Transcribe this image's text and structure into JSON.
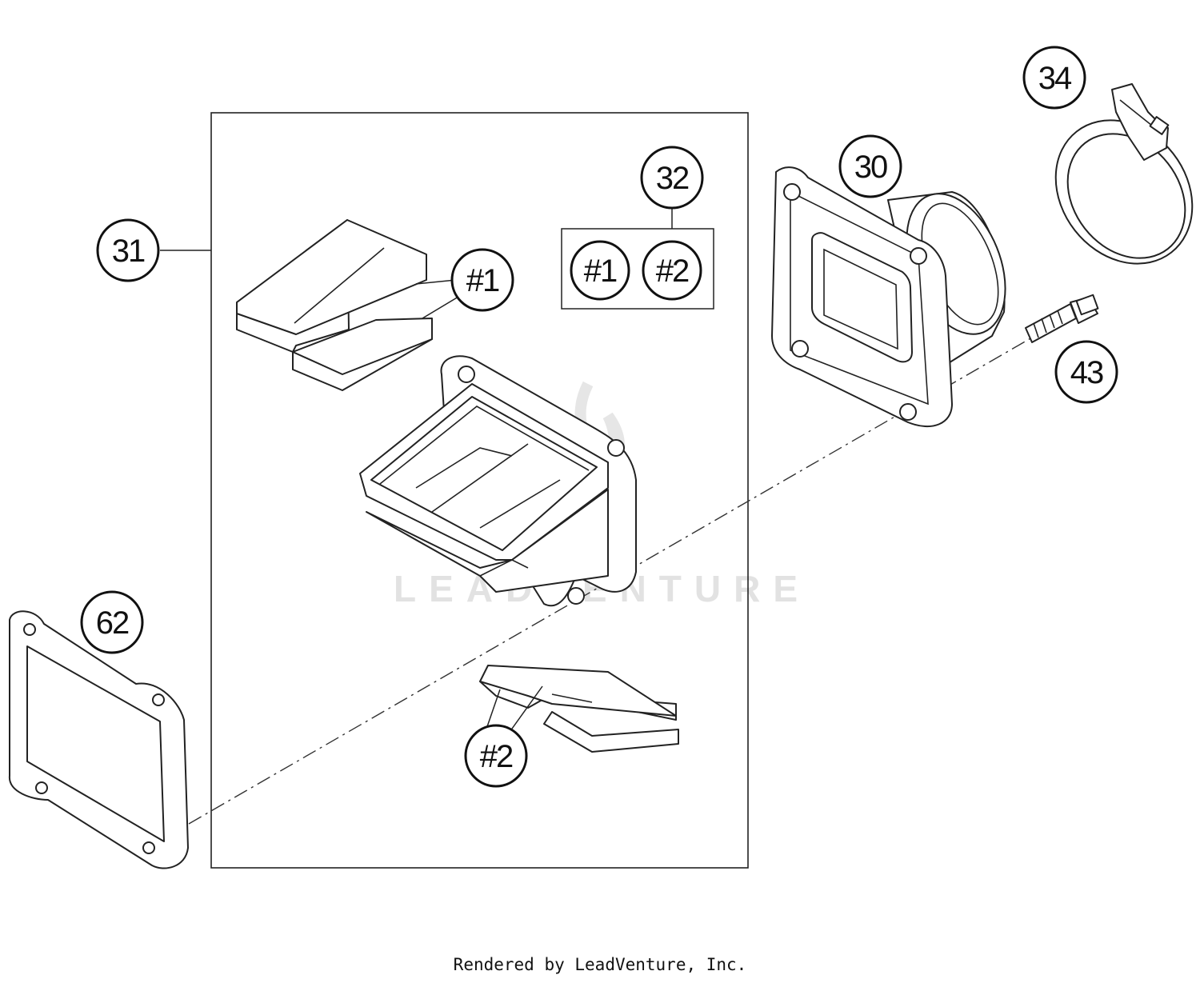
{
  "diagram": {
    "callouts": {
      "c31": "31",
      "c32": "32",
      "c30": "30",
      "c34": "34",
      "c43": "43",
      "c62": "62",
      "c1a": "#1",
      "c1b": "#1",
      "c2a": "#2",
      "c2b": "#2"
    },
    "watermark": "LEADVENTURE",
    "footer": "Rendered by LeadVenture, Inc."
  }
}
